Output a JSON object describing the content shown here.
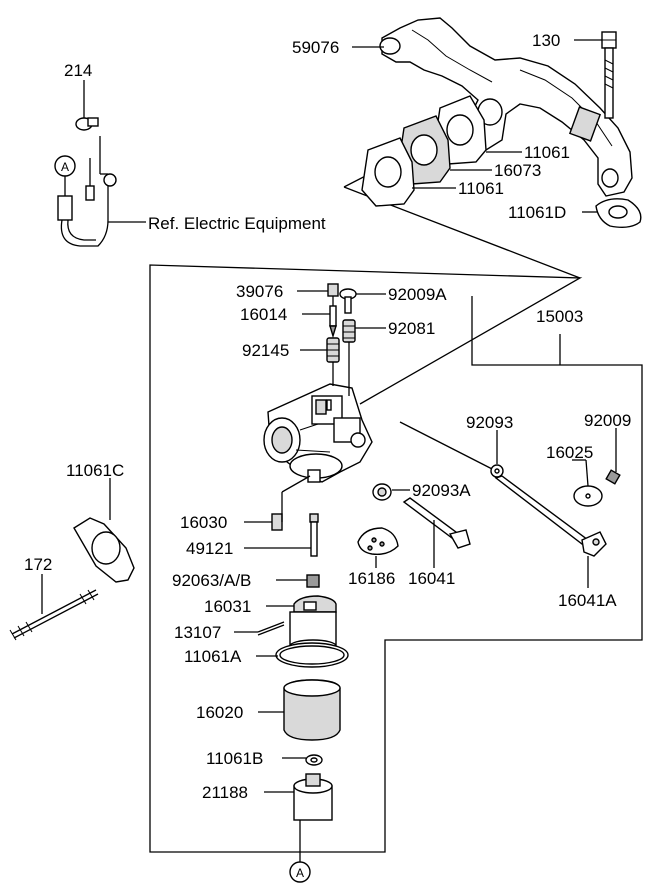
{
  "labels": {
    "l59076": "59076",
    "l130": "130",
    "l214": "214",
    "l11061_a": "11061",
    "l16073": "16073",
    "l11061_b": "11061",
    "l11061D": "11061D",
    "ref_electric": "Ref. Electric Equipment",
    "l39076": "39076",
    "l92009A": "92009A",
    "l15003": "15003",
    "l16014": "16014",
    "l92081": "92081",
    "l92145": "92145",
    "l92093": "92093",
    "l92009": "92009",
    "l16025": "16025",
    "l11061C": "11061C",
    "l92093A": "92093A",
    "l16030": "16030",
    "l49121": "49121",
    "l172": "172",
    "l16041": "16041",
    "l16186": "16186",
    "l16041A": "16041A",
    "l92063": "92063/A/B",
    "l16031": "16031",
    "l13107": "13107",
    "l11061A": "11061A",
    "l16020": "16020",
    "l11061B": "11061B",
    "l21188": "21188",
    "ref_a_top": "A",
    "ref_a_bottom": "A"
  },
  "colors": {
    "line": "#000000",
    "background": "#ffffff",
    "part_shade": "#d9d9d9",
    "part_dark": "#9a9a9a"
  }
}
